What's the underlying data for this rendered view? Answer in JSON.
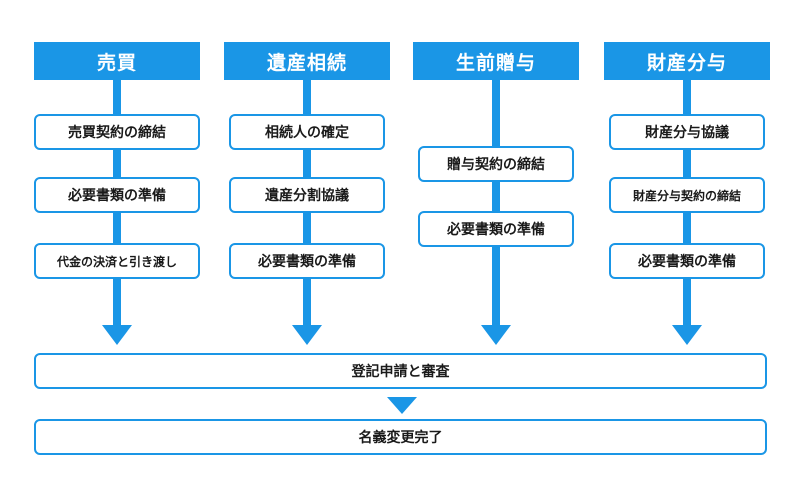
{
  "columns": [
    {
      "title": "売買",
      "steps": [
        "売買契約の締結",
        "必要書類の準備",
        "代金の決済と引き渡し"
      ]
    },
    {
      "title": "遺産相続",
      "steps": [
        "相続人の確定",
        "遺産分割協議",
        "必要書類の準備"
      ]
    },
    {
      "title": "生前贈与",
      "steps": [
        "贈与契約の締結",
        "必要書類の準備"
      ]
    },
    {
      "title": "財産分与",
      "steps": [
        "財産分与協議",
        "財産分与契約の締結",
        "必要書類の準備"
      ]
    }
  ],
  "final_steps": {
    "registration": "登記申請と審査",
    "completion": "名義変更完了"
  },
  "colors": {
    "accent": "#1a96e6",
    "box_background": "#ffffff",
    "text": "#1a1a1a"
  }
}
